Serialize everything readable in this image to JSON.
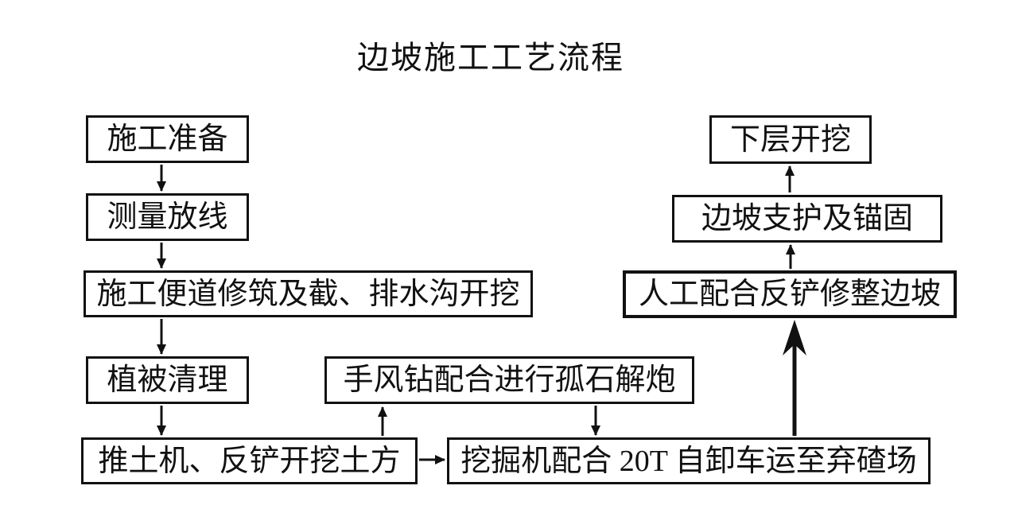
{
  "title": "边坡施工工艺流程",
  "flowchart": {
    "nodes": [
      {
        "id": "prep",
        "label": "施工准备"
      },
      {
        "id": "survey",
        "label": "测量放线"
      },
      {
        "id": "road",
        "label": "施工便道修筑及截、排水沟开挖"
      },
      {
        "id": "vegetation",
        "label": "植被清理"
      },
      {
        "id": "bulldozer",
        "label": "推土机、反铲开挖土方"
      },
      {
        "id": "drill",
        "label": "手风钻配合进行孤石解炮"
      },
      {
        "id": "excavator",
        "label": "挖掘机配合 20T 自卸车运至弃碴场"
      },
      {
        "id": "trim",
        "label": "人工配合反铲修整边坡"
      },
      {
        "id": "support",
        "label": "边坡支护及锚固"
      },
      {
        "id": "lower",
        "label": "下层开挖"
      }
    ],
    "edges": [
      {
        "from": "prep",
        "to": "survey",
        "direction": "down",
        "style": "normal"
      },
      {
        "from": "survey",
        "to": "road",
        "direction": "down",
        "style": "normal"
      },
      {
        "from": "road",
        "to": "vegetation",
        "direction": "down",
        "style": "normal"
      },
      {
        "from": "vegetation",
        "to": "bulldozer",
        "direction": "down",
        "style": "normal"
      },
      {
        "from": "bulldozer",
        "to": "drill",
        "direction": "up",
        "style": "normal"
      },
      {
        "from": "drill",
        "to": "excavator",
        "direction": "down",
        "style": "normal"
      },
      {
        "from": "bulldozer",
        "to": "excavator",
        "direction": "right",
        "style": "normal"
      },
      {
        "from": "excavator",
        "to": "trim",
        "direction": "up",
        "style": "thick"
      },
      {
        "from": "trim",
        "to": "support",
        "direction": "up",
        "style": "normal"
      },
      {
        "from": "support",
        "to": "lower",
        "direction": "up",
        "style": "normal"
      }
    ],
    "colors": {
      "line": "#111111",
      "background": "#ffffff",
      "text": "#111111"
    }
  }
}
